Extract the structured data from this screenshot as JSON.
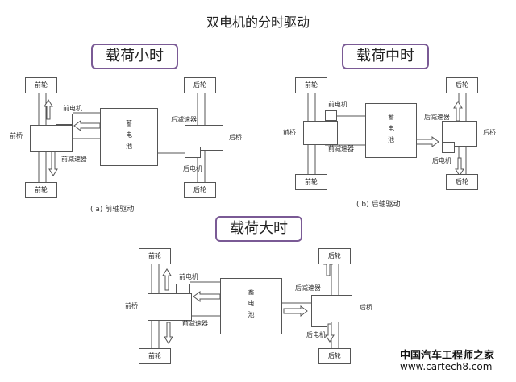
{
  "title": "双电机的分时驱动",
  "load_labels": {
    "small": "载荷小时",
    "medium": "载荷中时",
    "large": "载荷大时"
  },
  "labels": {
    "front_wheel": "前轮",
    "rear_wheel": "后轮",
    "front_motor": "前电机",
    "rear_motor": "后电机",
    "front_axle": "前桥",
    "rear_axle": "后桥",
    "front_reducer": "前减速器",
    "rear_reducer": "后减速器",
    "battery": "蓄电池"
  },
  "captions": {
    "a": "( a) 前轴驱动",
    "b": "( b) 后轴驱动"
  },
  "watermark": {
    "line1": "中国汽车工程师之家",
    "line2": "www.cartech8.com"
  },
  "colors": {
    "label_border": "#7a5a95",
    "line": "#555555",
    "arrow_fill": "#ffffff"
  }
}
